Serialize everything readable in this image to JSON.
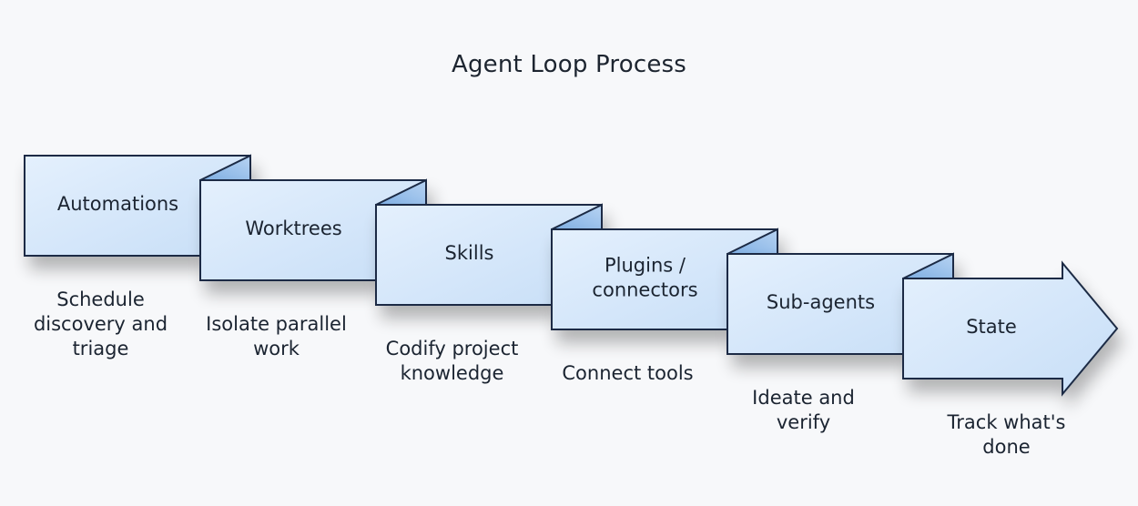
{
  "title": "Agent Loop Process",
  "colors": {
    "outline": "#1b2c44",
    "panel_light": "#dcebfb",
    "panel_mid": "#c9e0f8",
    "fold": "#8fb8e6"
  },
  "stages": [
    {
      "label": [
        "Automations"
      ],
      "description": [
        "Schedule",
        "discovery and",
        "triage"
      ]
    },
    {
      "label": [
        "Worktrees"
      ],
      "description": [
        "Isolate parallel",
        "work"
      ]
    },
    {
      "label": [
        "Skills"
      ],
      "description": [
        "Codify project",
        "knowledge"
      ]
    },
    {
      "label": [
        "Plugins /",
        "connectors"
      ],
      "description": [
        "Connect tools"
      ]
    },
    {
      "label": [
        "Sub-agents"
      ],
      "description": [
        "Ideate and",
        "verify"
      ]
    },
    {
      "label": [
        "State"
      ],
      "description": [
        "Track what's",
        "done"
      ]
    }
  ]
}
